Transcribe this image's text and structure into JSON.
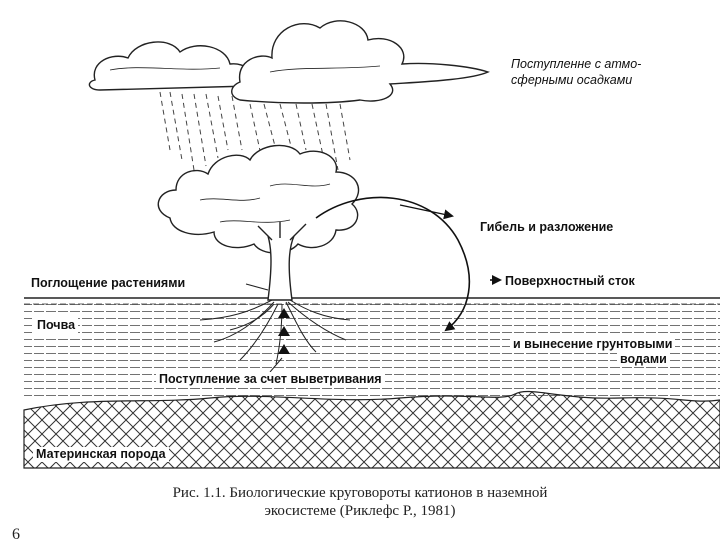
{
  "labels": {
    "atmo_line1": "Поступленне с атмо-",
    "atmo_line2": "сферными осадками",
    "death": "Гибель и разложение",
    "absorption": "Поглощение растениями",
    "runoff": "Поверхностный сток",
    "soil": "Почва",
    "groundwater_line1": "и вынесение грунтовыми",
    "groundwater_line2": "водами",
    "weathering": "Поступление за счет выветривания",
    "bedrock": "Материнская порода"
  },
  "caption": {
    "line1": "Рис. 1.1. Биологические круговороты катионов в наземной",
    "line2": "экосистеме (Риклефс Р., 1981)"
  },
  "page_number": "6"
}
